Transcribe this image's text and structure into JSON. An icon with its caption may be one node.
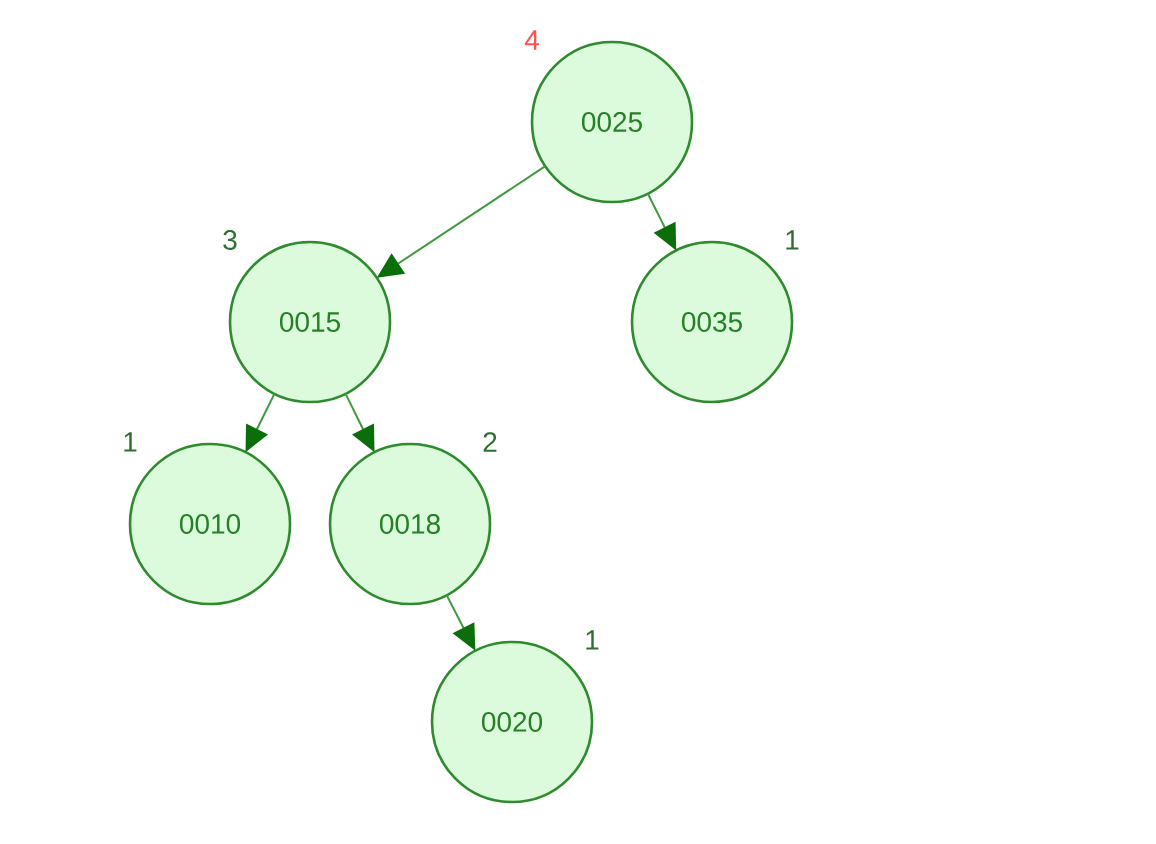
{
  "diagram": {
    "nodes": [
      {
        "text": [
          "0025"
        ],
        "beside": [
          "4"
        ]
      },
      {
        "text": [
          "0015"
        ],
        "beside": [
          "3"
        ]
      },
      {
        "text": [
          "0035"
        ],
        "beside": [
          "1"
        ]
      },
      {
        "text": [
          "0010"
        ],
        "beside": [
          "1"
        ]
      },
      {
        "text": [
          "0018"
        ],
        "beside": [
          "2"
        ]
      },
      {
        "text": [
          "0020"
        ],
        "beside": [
          "1"
        ]
      }
    ],
    "edges": [
      {
        "from": 0,
        "to": 1,
        "arrow": "to"
      },
      {
        "from": 0,
        "to": 2,
        "arrow": "to"
      },
      {
        "from": 1,
        "to": 3,
        "arrow": "to"
      },
      {
        "from": 1,
        "to": 4,
        "arrow": "to"
      },
      {
        "from": 4,
        "to": 5,
        "arrow": "to"
      }
    ]
  }
}
